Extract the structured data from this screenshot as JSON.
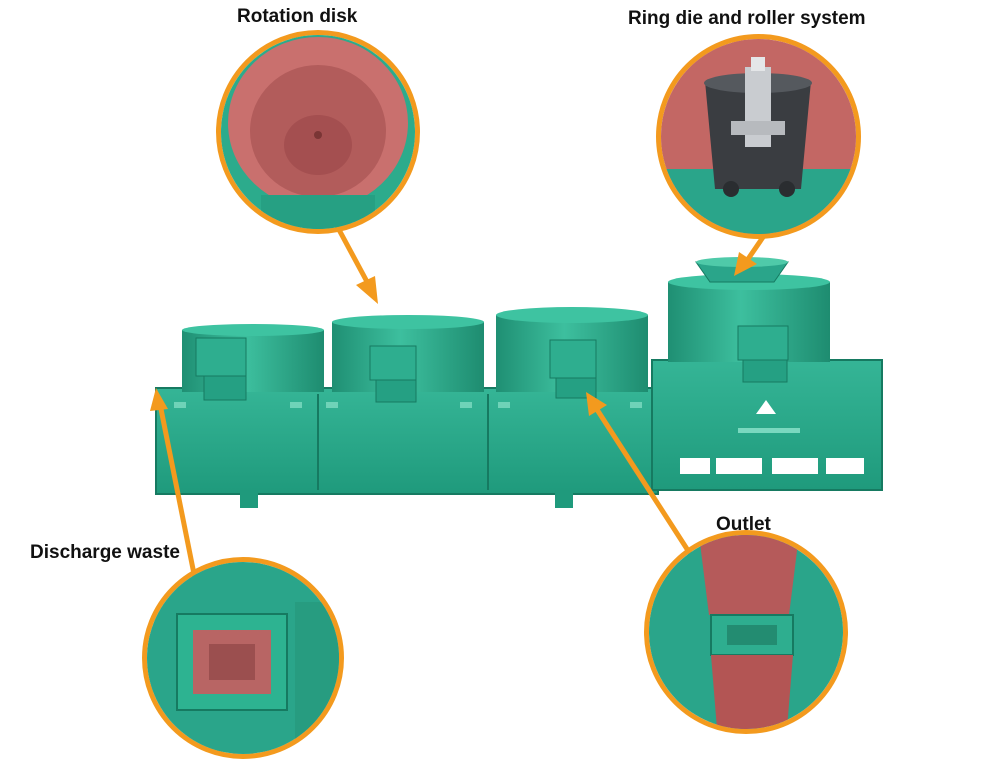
{
  "labels": {
    "rotation_disk": "Rotation disk",
    "ring_die": "Ring die and roller system",
    "outlet": "Outlet",
    "discharge_waste": "Discharge waste"
  },
  "colors": {
    "machine_green": "#2aa58a",
    "machine_dark": "#178a6e",
    "accent_orange": "#f39a1e",
    "interior_red": "#b55a5a"
  },
  "icons": {
    "arrows": "orange-arrow"
  }
}
